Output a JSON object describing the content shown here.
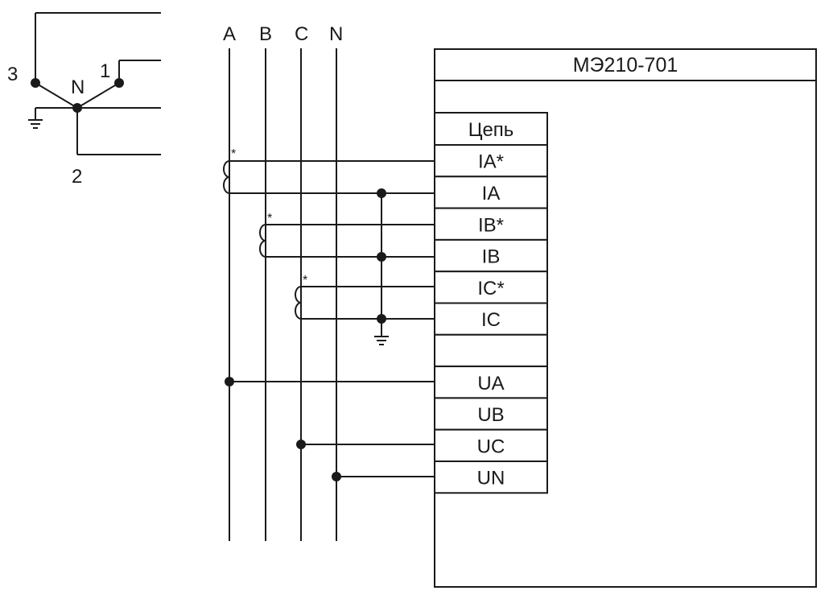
{
  "device": {
    "name": "МЭ210-701",
    "table_header": "Цепь",
    "terminals": [
      "IA*",
      "IA",
      "IB*",
      "IB",
      "IC*",
      "IC",
      "",
      "UA",
      "UB",
      "UC",
      "UN"
    ]
  },
  "phases": [
    "A",
    "B",
    "C",
    "N"
  ],
  "transformer": {
    "neutral": "N",
    "terminals": [
      "3",
      "1",
      "2"
    ]
  },
  "ct_polarity_mark": "*",
  "colors": {
    "line": "#1a1a1a",
    "background": "#ffffff"
  }
}
